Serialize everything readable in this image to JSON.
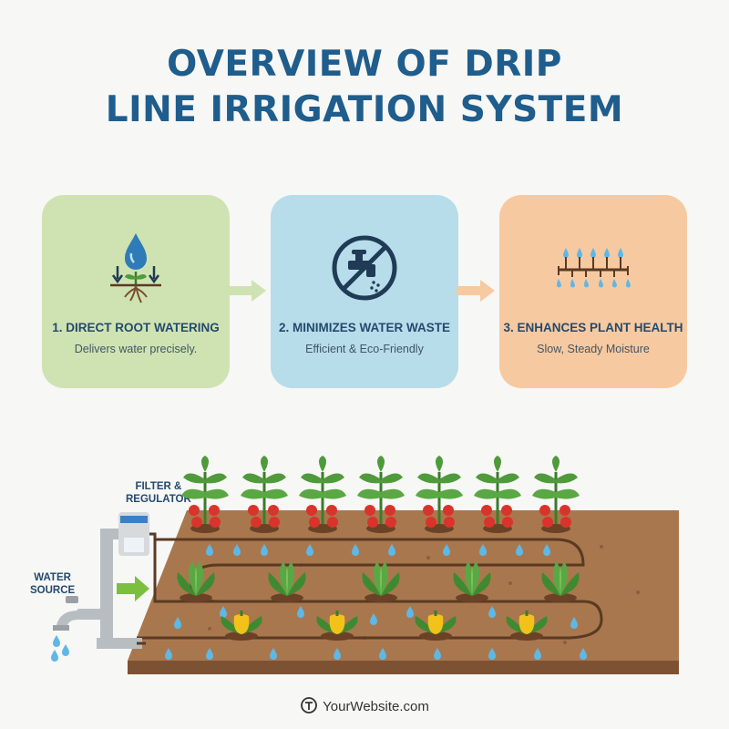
{
  "title": {
    "line1": "OVERVIEW OF DRIP",
    "line2": "LINE IRRIGATION SYSTEM"
  },
  "cards": [
    {
      "heading": "1. DIRECT ROOT WATERING",
      "subtitle": "Delivers water precisely.",
      "icon": "water-drop-root-icon",
      "color": "#cfe3b2"
    },
    {
      "heading": "2. MINIMIZES WATER WASTE",
      "subtitle": "Efficient & Eco-Friendly",
      "icon": "no-faucet-icon",
      "color": "#b7dcea"
    },
    {
      "heading": "3. ENHANCES PLANT HEALTH",
      "subtitle": "Slow, Steady Moisture",
      "icon": "drip-line-icon",
      "color": "#f7c9a0"
    }
  ],
  "labels": {
    "filter_line1": "FILTER &",
    "filter_line2": "REGULATOR",
    "source_line1": "WATER",
    "source_line2": "SOURCE"
  },
  "footer": {
    "text": "YourWebsite.com",
    "icon": "web-icon"
  },
  "colors": {
    "title": "#1f5d8c",
    "soil": "#a9774e",
    "pipe": "#5a3a22",
    "water": "#5eb8e6",
    "tomato": "#d9342b",
    "pepper": "#f2c21b",
    "leaf": "#4f9a3a"
  }
}
